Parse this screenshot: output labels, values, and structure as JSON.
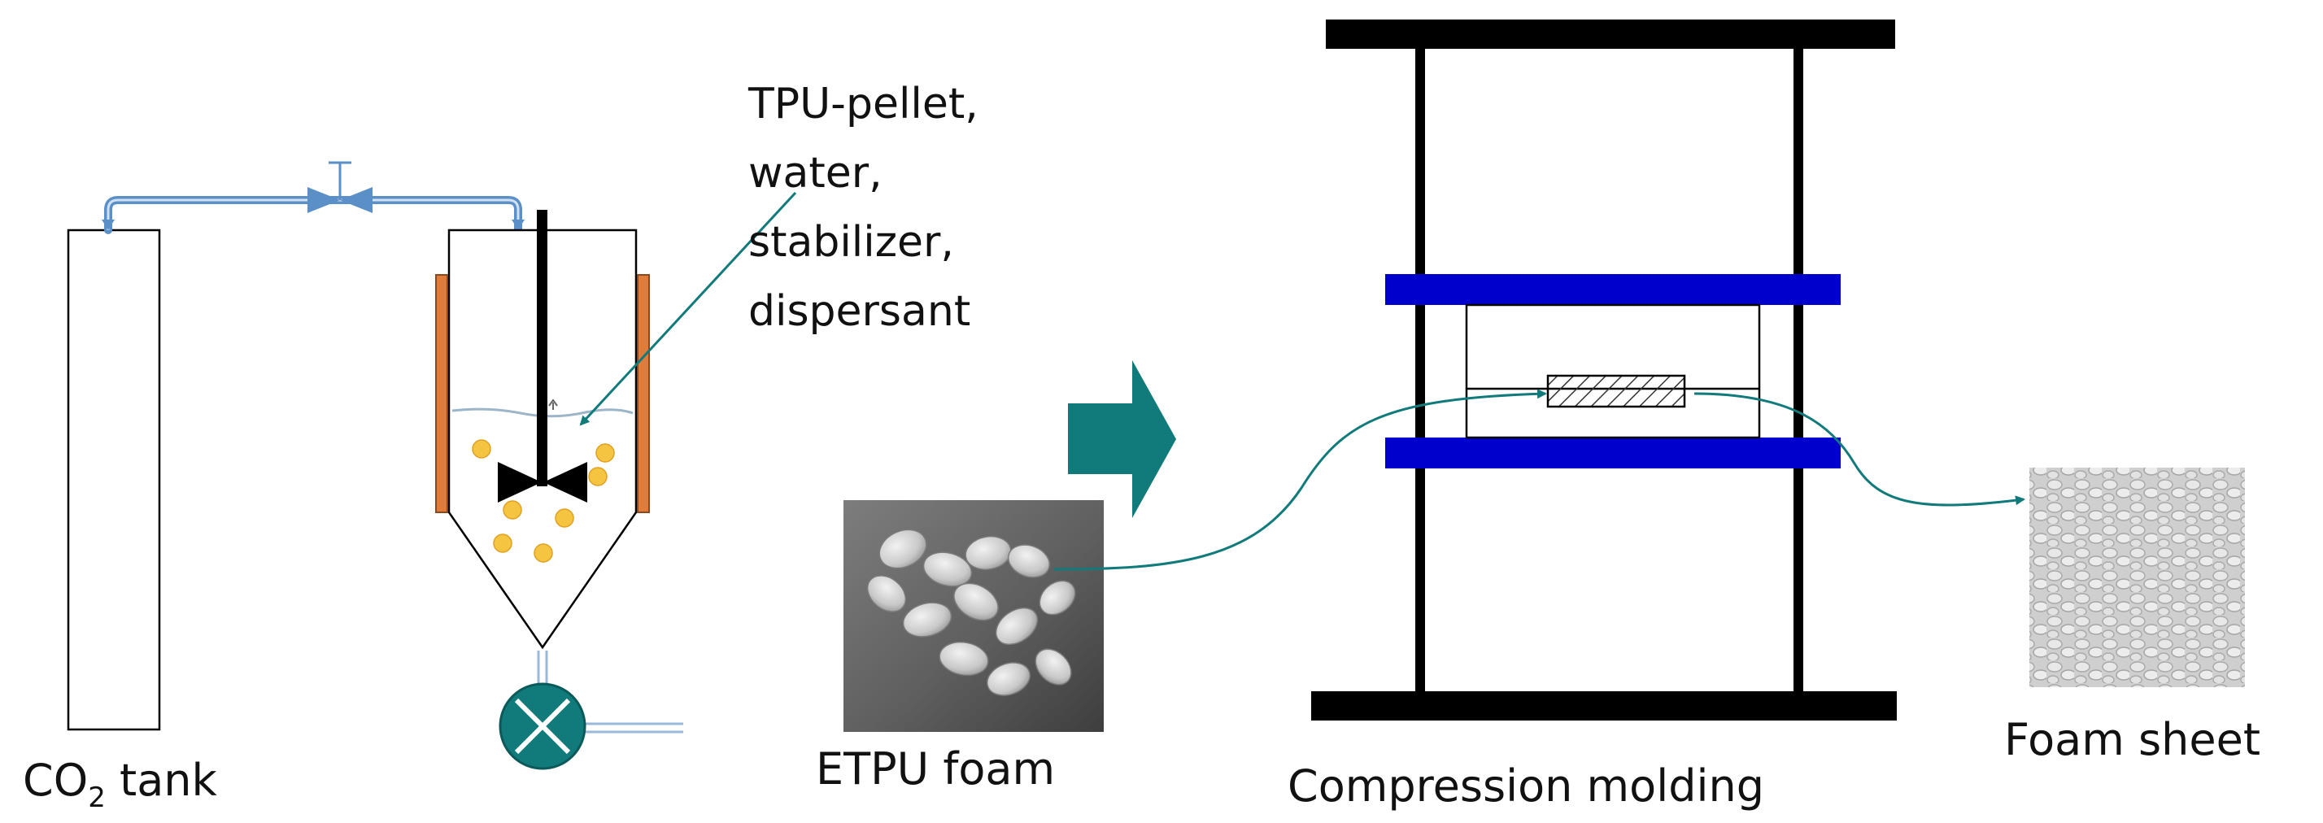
{
  "colors": {
    "pipe": "#5b8fc7",
    "heater": "#e07b39",
    "pellet": "#f5c542",
    "arrow": "#117a7a",
    "mold_plate": "#0000cc",
    "frame": "#000000",
    "pump": "#117a7a",
    "water": "#9db5c8"
  },
  "icons": {
    "valve": "bowtie-valve-icon",
    "impeller": "impeller-icon",
    "pump": "pump-x-icon",
    "process_arrow": "block-arrow-right-icon"
  },
  "labels": {
    "co2_tank_main": "CO",
    "co2_tank_sub": "2",
    "co2_tank_rest": " tank",
    "reactor_line1": "TPU-pellet,",
    "reactor_line2": "water,",
    "reactor_line3": "stabilizer,",
    "reactor_line4": "dispersant",
    "etpu_foam": "ETPU foam",
    "compression_molding": "Compression molding",
    "foam_sheet": "Foam sheet"
  }
}
